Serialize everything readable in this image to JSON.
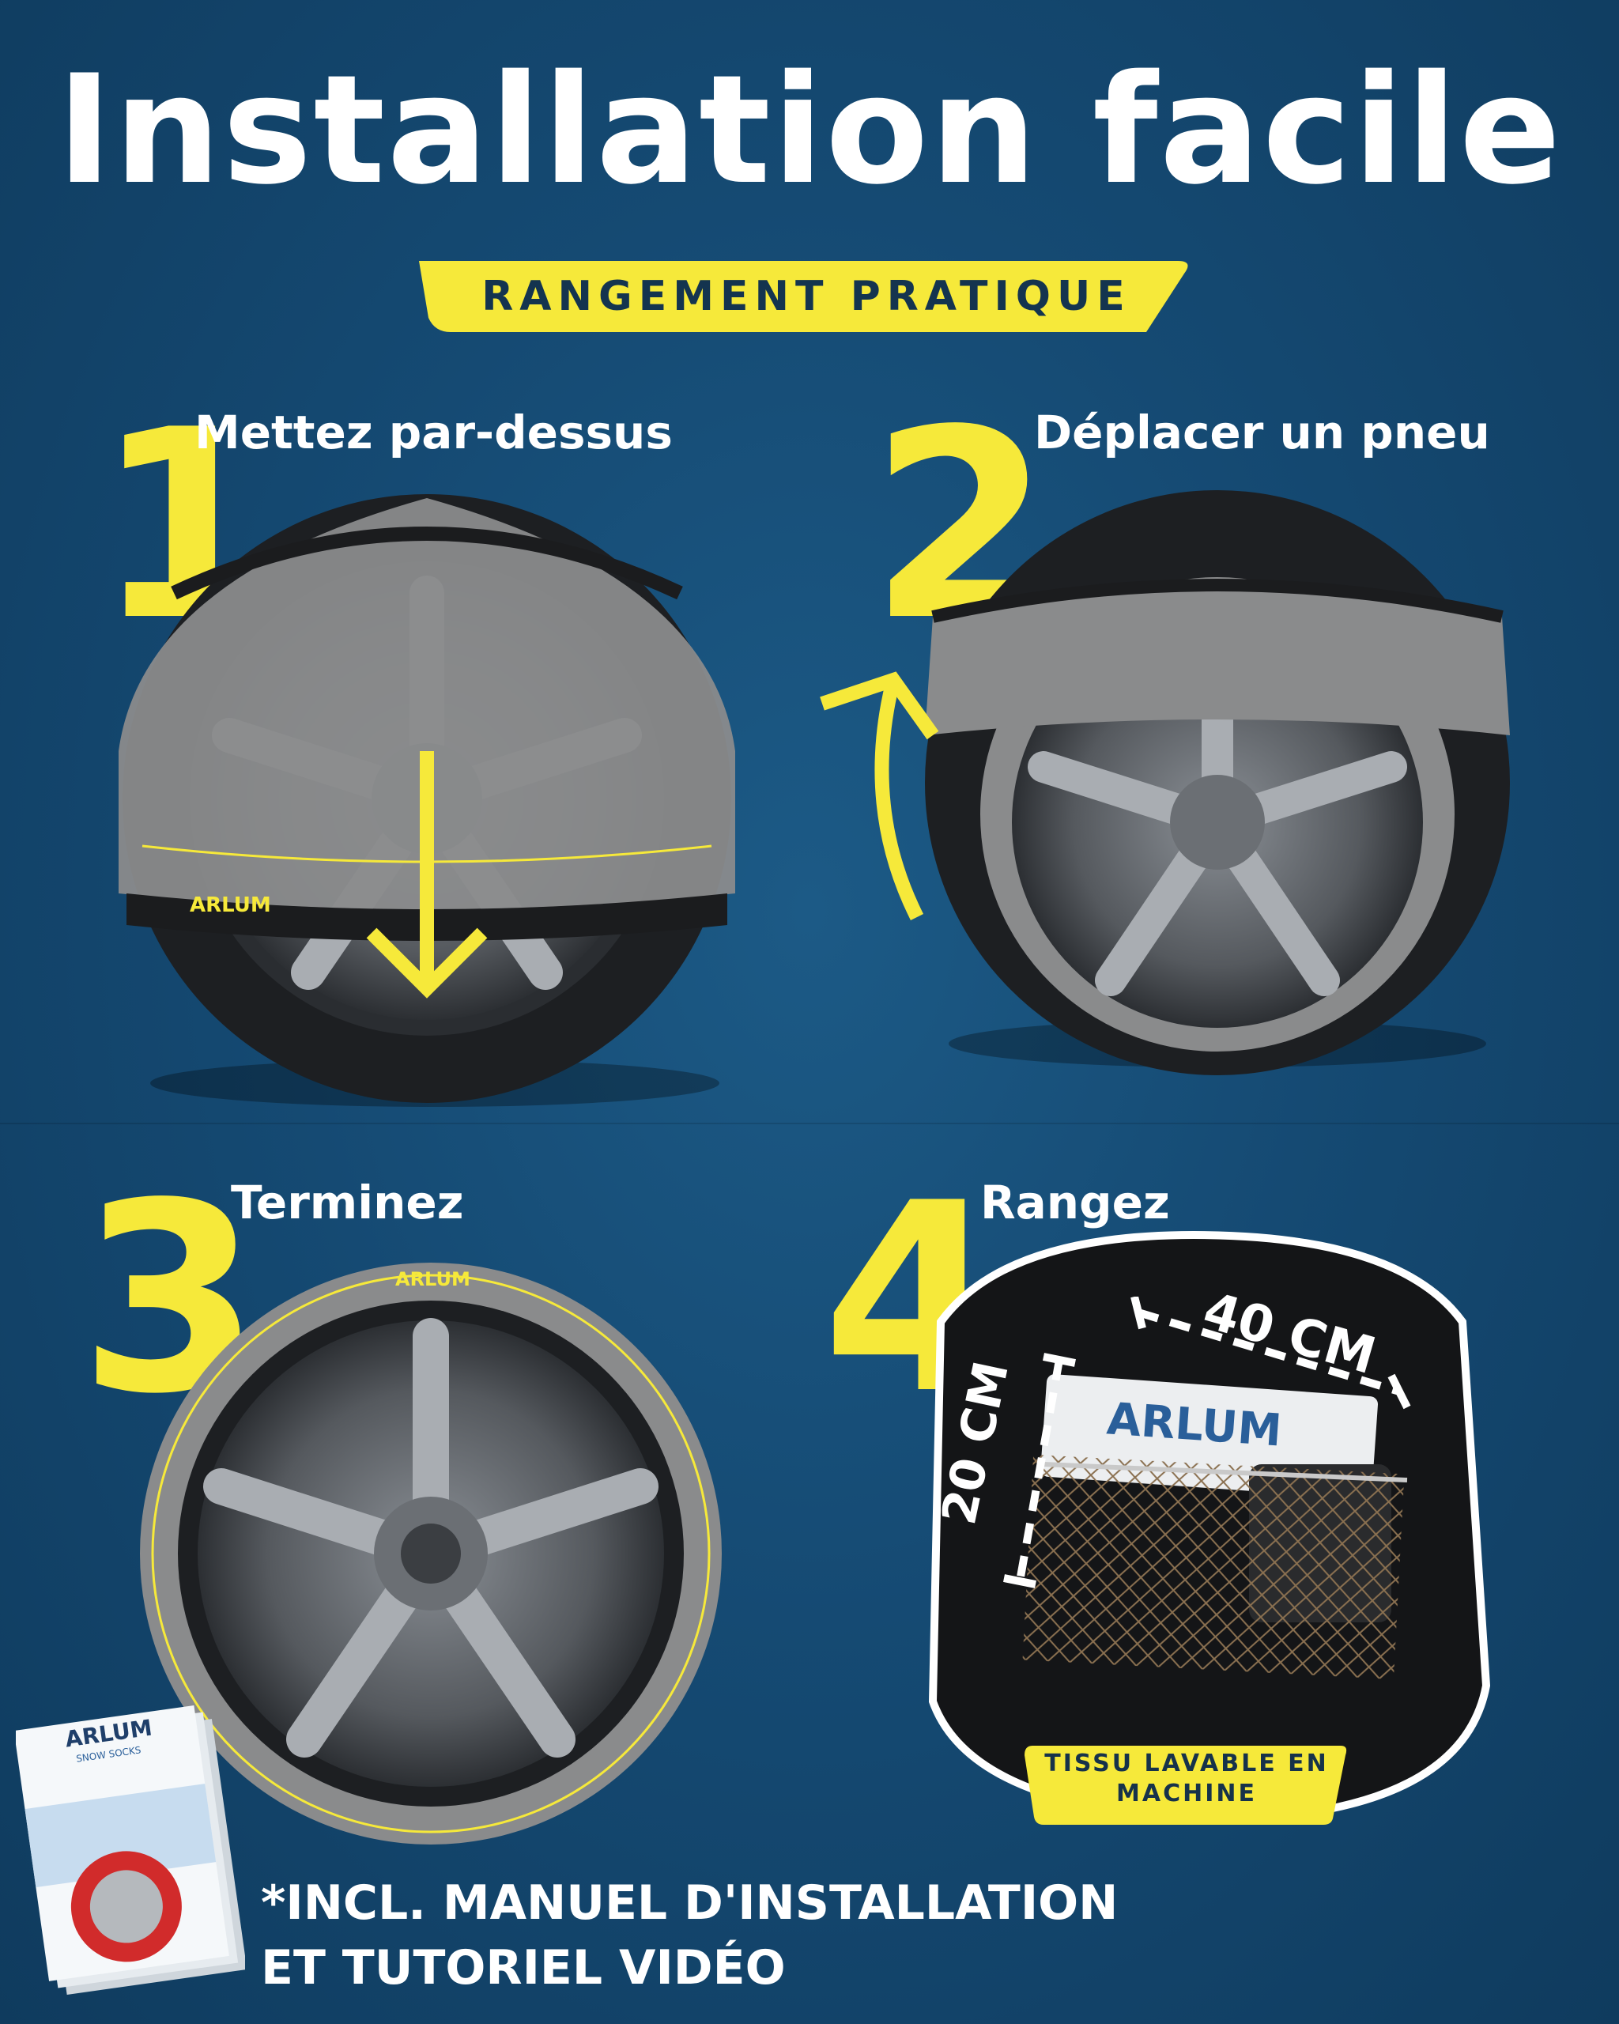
{
  "header": {
    "title": "Installation facile",
    "banner": "RANGEMENT PRATIQUE"
  },
  "steps": [
    {
      "number": "1",
      "label": "Mettez par-dessus"
    },
    {
      "number": "2",
      "label": "Déplacer un pneu"
    },
    {
      "number": "3",
      "label": "Terminez"
    },
    {
      "number": "4",
      "label": "Rangez"
    }
  ],
  "brand": "ARLUM",
  "storage": {
    "width": "40 CM",
    "height": "20 CM",
    "badge": [
      "TISSU LAVABLE EN",
      "MACHINE"
    ]
  },
  "manual": {
    "brand": "ARLUM",
    "subtitle": "SNOW SOCKS"
  },
  "footnote": [
    "*INCL. MANUEL D'INSTALLATION",
    "ET TUTORIEL VIDÉO"
  ],
  "colors": {
    "background": "#154a73",
    "accent_yellow": "#f6e93a",
    "banner_text": "#14344f",
    "white": "#ffffff"
  }
}
